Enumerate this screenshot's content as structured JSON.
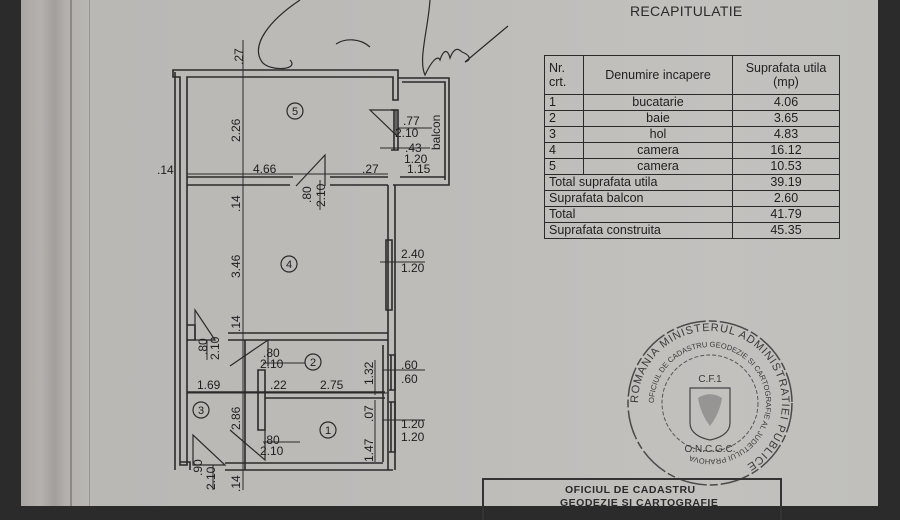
{
  "document": {
    "title": "RECAPITULATIE",
    "table": {
      "headers": {
        "nr": "Nr. crt.",
        "name": "Denumire incapere",
        "area": "Suprafata utila (mp)"
      },
      "rows": [
        {
          "nr": "1",
          "name": "bucatarie",
          "area": "4.06"
        },
        {
          "nr": "2",
          "name": "baie",
          "area": "3.65"
        },
        {
          "nr": "3",
          "name": "hol",
          "area": "4.83"
        },
        {
          "nr": "4",
          "name": "camera",
          "area": "16.12"
        },
        {
          "nr": "5",
          "name": "camera",
          "area": "10.53"
        }
      ],
      "totals": [
        {
          "label": "Total suprafata utila",
          "value": "39.19"
        },
        {
          "label": "Suprafata balcon",
          "value": "2.60"
        },
        {
          "label": "Total",
          "value": "41.79"
        },
        {
          "label": "Suprafata construita",
          "value": "45.35"
        }
      ]
    }
  },
  "floor_plan": {
    "room_numbers": [
      "1",
      "2",
      "3",
      "4",
      "5"
    ],
    "balcony_label": "balcon",
    "dimensions": {
      "top_wall": ".27",
      "left_outer": ".14",
      "room5_height": "2.26",
      "room5_width": "4.66",
      "wall_27": ".27",
      "balcony_width": "1.15",
      "wall_14_a": ".14",
      "room4_height": "3.46",
      "wall_14_b": ".14",
      "hall_width": "1.69",
      "wall_22": ".22",
      "kitchen_width": "2.75",
      "hall_height": "2.86",
      "bath_height": "1.32",
      "wall_07": ".07",
      "kitchen_height": "1.47",
      "wall_14_bottom": ".14"
    },
    "doors": {
      "balcony_door": {
        "w": ".77",
        "h": "2.10"
      },
      "balcony_window": {
        "w": ".43",
        "h": "1.20"
      },
      "room4_door": {
        "w": ".80",
        "h": "2.10"
      },
      "room4_window": {
        "w": "2.40",
        "h": "1.20"
      },
      "hall_door_room4": {
        "w": ".80",
        "h": "2.10"
      },
      "bath_door": {
        "w": ".80",
        "h": "2.10"
      },
      "bath_window": {
        "w": ".60",
        "h": ".60"
      },
      "kitchen_door": {
        "w": ".80",
        "h": "2.10"
      },
      "kitchen_window": {
        "w": "1.20",
        "h": "1.20"
      },
      "entry_door": {
        "w": ".90",
        "h": "2.10"
      }
    }
  },
  "stamp": {
    "ring_text": "ROMANIA MINISTERUL ADMINISTRATIEI PUBLICE",
    "inner_ring": "OFICIUL DE CADASTRU GEODEZIE SI CARTOGRAFIE AL JUDETULUI PRAHOVA",
    "center_top": "C.F.1",
    "center_bottom": "O.N.C.G.C."
  },
  "office_header": {
    "line1": "OFICIUL DE CADASTRU",
    "line2": "GEODEZIE SI CARTOGRAFIE"
  }
}
